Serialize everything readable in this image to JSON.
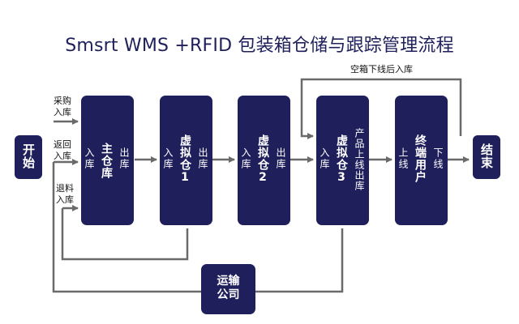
{
  "title": "Smsrt WMS +RFID 包装箱仓储与跟踪管理流程",
  "nodes": {
    "start": "开始",
    "end": "结束",
    "main_warehouse": "主仓库",
    "virtual_1": "虚拟仓1",
    "virtual_2": "虚拟仓2",
    "virtual_3": "虚拟仓3",
    "end_user": "终端用户",
    "transport_line1": "运输",
    "transport_line2": "公司"
  },
  "side_labels": {
    "inbound": "入库",
    "outbound": "出库",
    "online": "上线",
    "offline": "下线",
    "product_online_outbound": "产品上线出库"
  },
  "edge_labels": {
    "purchase_line1": "采购",
    "purchase_line2": "入库",
    "return_line1": "返回",
    "return_line2": "入库",
    "material_return_line1": "退料",
    "material_return_line2": "入库",
    "empty_box": "空箱下线后入库"
  },
  "colors": {
    "node_fill": "#1f1f5c",
    "connector": "#6a6a6a",
    "title": "#1f1f5c"
  }
}
